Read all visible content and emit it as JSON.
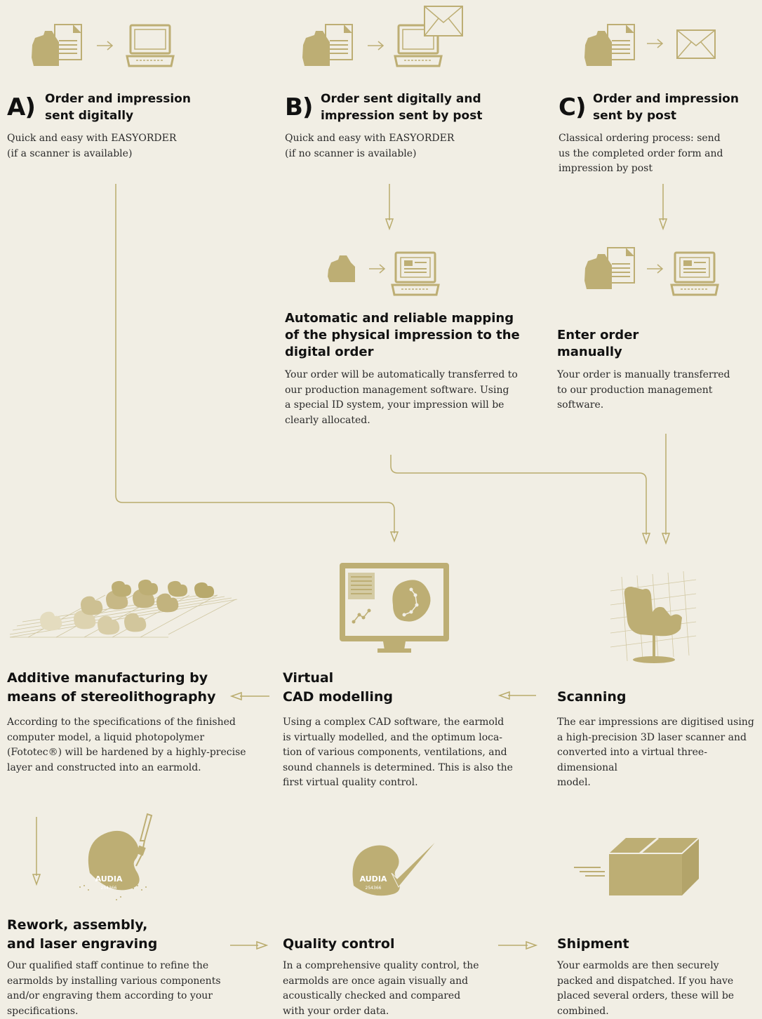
{
  "steps": {
    "a": {
      "letter": "A)",
      "title_line1": "Order and impression",
      "title_line2": "sent digitally",
      "desc_line1": "Quick and easy with EASYORDER",
      "desc_line2": "(if a scanner is available)"
    },
    "b": {
      "letter": "B)",
      "title_line1": "Order sent digitally and",
      "title_line2": "impression sent by post",
      "desc_line1": "Quick and easy with EASYORDER",
      "desc_line2": "(if no scanner is available)"
    },
    "c": {
      "letter": "C)",
      "title_line1": "Order and impression",
      "title_line2": "sent by post",
      "desc_line1": "Classical ordering process: send",
      "desc_line2": "us the completed order form and",
      "desc_line3": "impression by post"
    },
    "mapping": {
      "title_line1": "Automatic and reliable mapping",
      "title_line2": "of the physical impression to the",
      "title_line3": "digital order",
      "desc_line1": "Your order will be automatically transferred to",
      "desc_line2": "our production management software. Using",
      "desc_line3": "a special ID system, your impression will be",
      "desc_line4": "clearly allocated."
    },
    "manual": {
      "title_line1": "Enter order",
      "title_line2": "manually",
      "desc_line1": "Your order is manually transferred",
      "desc_line2": "to our production management",
      "desc_line3": "software."
    },
    "additive": {
      "title_line1": "Additive manufacturing by",
      "title_line2": "means of stereolithography",
      "desc_line1": "According to the specifications of the finished",
      "desc_line2": "computer model, a liquid photopolymer",
      "desc_line3": "(Fototec®) will be hardened by a highly-precise",
      "desc_line4": "layer and constructed into an earmold."
    },
    "cad": {
      "title_line1": "Virtual",
      "title_line2": "CAD modelling",
      "desc_line1": "Using a complex CAD software, the earmold",
      "desc_line2": "is virtually modelled, and the optimum loca-",
      "desc_line3": "tion of various components, ventilations, and",
      "desc_line4": "sound channels is determined. This is also the",
      "desc_line5": "first virtual quality control."
    },
    "scanning": {
      "title": "Scanning",
      "desc_line1": "The ear impressions are digitised using",
      "desc_line2": "a high-precision 3D laser scanner and",
      "desc_line3": "converted into a virtual three-dimensional",
      "desc_line4": "model."
    },
    "rework": {
      "title_line1": "Rework, assembly,",
      "title_line2": "and laser engraving",
      "desc_line1": "Our qualified staff continue to refine the",
      "desc_line2": "earmolds by installing various components",
      "desc_line3": "and/or engraving them according to your",
      "desc_line4": "specifications."
    },
    "quality": {
      "title": "Quality control",
      "desc_line1": "In a comprehensive quality control, the",
      "desc_line2": "earmolds are once again visually and",
      "desc_line3": "acoustically checked and compared",
      "desc_line4": "with your order data."
    },
    "shipment": {
      "title": "Shipment",
      "desc_line1": "Your earmolds are then securely",
      "desc_line2": "packed and dispatched. If you have",
      "desc_line3": "placed several orders, these will be",
      "desc_line4": "combined."
    }
  },
  "engraving": {
    "brand": "AUDIA",
    "number": "254366"
  },
  "colors": {
    "background": "#f1eee4",
    "gold": "#bdae74",
    "text": "#2a2a2a"
  }
}
